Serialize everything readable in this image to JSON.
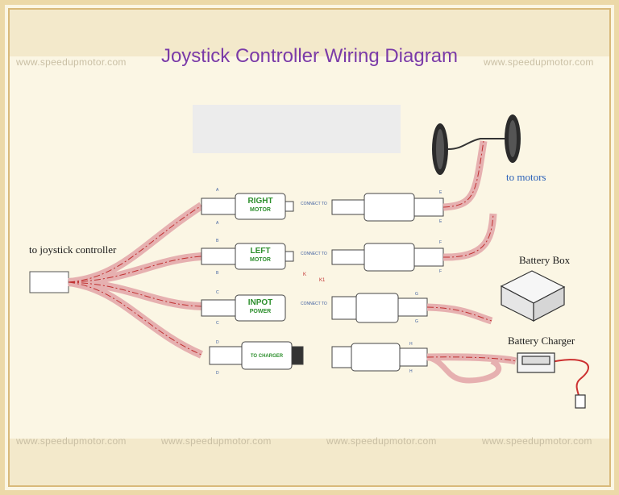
{
  "title": "Joystick Controller Wiring Diagram",
  "watermark": "www.speedupmotor.com",
  "labels": {
    "joystick": "to joystick controller",
    "motors": "to motors",
    "battery_box": "Battery Box",
    "battery_charger": "Battery Charger"
  },
  "connectors": [
    {
      "line1": "RIGHT",
      "line2": "MOTOR",
      "pin_top": "A",
      "pin_bottom": "A",
      "mate_top": "E",
      "mate_bottom": "E"
    },
    {
      "line1": "LEFT",
      "line2": "MOTOR",
      "pin_top": "B",
      "pin_bottom": "B",
      "mate_top": "F",
      "mate_bottom": "F"
    },
    {
      "line1": "INPOT",
      "line2": "POWER",
      "pin_top": "C",
      "pin_bottom": "C",
      "mate_top": "G",
      "mate_bottom": "G"
    },
    {
      "line1": "TO CHARGER",
      "line2": "",
      "pin_top": "D",
      "pin_bottom": "D",
      "mate_top": "H",
      "mate_bottom": "H"
    }
  ],
  "connect_to": "CONNECT TO",
  "markers": {
    "k": "K",
    "k1": "K1"
  },
  "colors": {
    "title": "#7a3aa8",
    "connector_text": "#2d8f2d",
    "cable": "#d9a0a0",
    "centerline": "#d04040"
  }
}
